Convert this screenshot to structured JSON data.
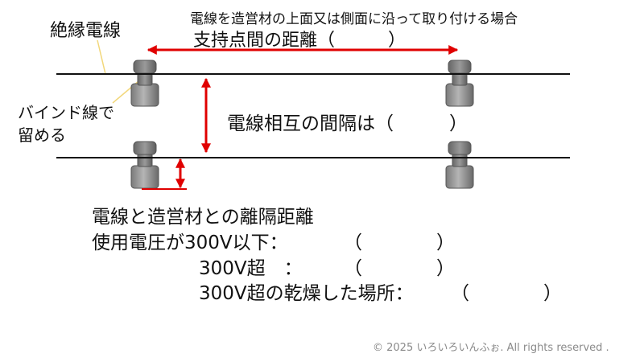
{
  "labels": {
    "top_condition": "電線を造営材の上面又は側面に沿って取り付ける場合",
    "insulated_wire": "絶縁電線",
    "support_span": "支持点間の距離（　　　）",
    "bind_line1": "バインド線で",
    "bind_line2": "留める",
    "wire_gap": "電線相互の間隔は（　　　）",
    "separation_title": "電線と造営材との離隔距離",
    "row1_label": "使用電圧が300V以下：",
    "row1_blank": "（　　　　）",
    "row2_label": "300V超　：",
    "row2_blank": "（　　　　）",
    "row3_label": "300V超の乾燥した場所：",
    "row3_blank": "（　　　　）"
  },
  "footer": {
    "copyright": "© 2025 いろいろいんふぉ.  All rights reserved ."
  },
  "colors": {
    "arrow": "#e00000",
    "wire": "#111111",
    "insulator": "#8c8c8c",
    "insulator_dark": "#5a5a5a",
    "leader": "#f2d77a"
  }
}
